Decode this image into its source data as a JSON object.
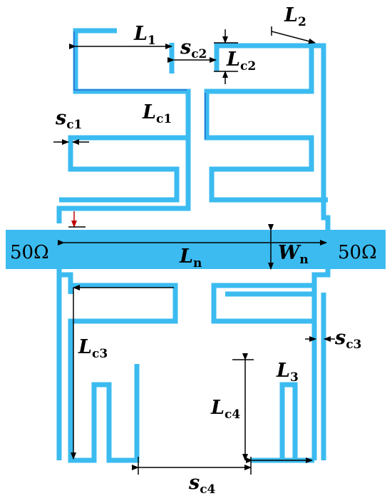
{
  "colors": {
    "trace": "#3bbbf0",
    "trace_edge": "#2a6fd6",
    "line": "#000000",
    "marker": "#c00000",
    "background": "#ffffff"
  },
  "ports": {
    "left": "50Ω",
    "right": "50Ω"
  },
  "labels": {
    "L1": {
      "main": "L",
      "sub": "1"
    },
    "L2": {
      "main": "L",
      "sub": "2"
    },
    "L3": {
      "main": "L",
      "sub": "3"
    },
    "Ln": {
      "main": "L",
      "sub": "n"
    },
    "Wn": {
      "main": "W",
      "sub": "n"
    },
    "Lc1": {
      "main": "L",
      "sub": "c1"
    },
    "Lc2": {
      "main": "L",
      "sub": "c2"
    },
    "Lc3": {
      "main": "L",
      "sub": "c3"
    },
    "Lc4": {
      "main": "L",
      "sub": "c4"
    },
    "sc1": {
      "main": "s",
      "sub": "c1"
    },
    "sc2": {
      "main": "s",
      "sub": "c2"
    },
    "sc3": {
      "main": "s",
      "sub": "c3"
    },
    "sc4": {
      "main": "s",
      "sub": "c4"
    }
  }
}
